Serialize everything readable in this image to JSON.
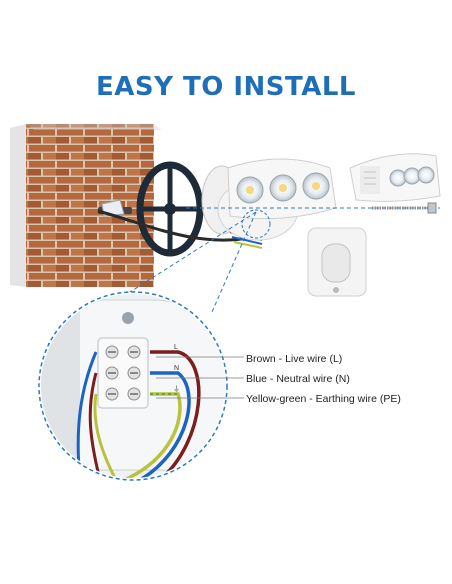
{
  "title": "EASY TO INSTALL",
  "wires": [
    {
      "label": "Brown - Live wire (L)",
      "terminal": "L",
      "color": "#7a1e1e"
    },
    {
      "label": "Blue - Neutral wire (N)",
      "terminal": "N",
      "color": "#1d63c4"
    },
    {
      "label": "Yellow-green - Earthing wire (PE)",
      "terminal": "⏚",
      "color": "#b8c23a"
    }
  ],
  "colors": {
    "accent": "#1f6fb8",
    "brick": "#b5683d",
    "mortar": "#d9c4ae",
    "wall_side": "#ececec"
  }
}
